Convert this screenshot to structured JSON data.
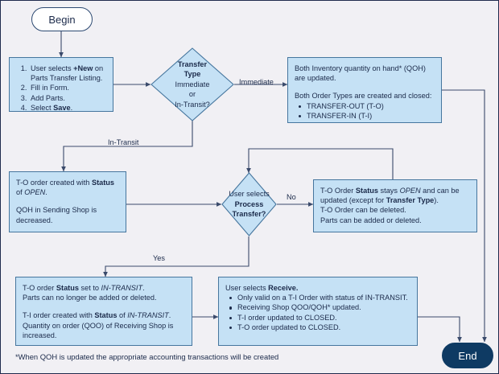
{
  "diagram": {
    "title": "Parts Transfer Process Flowchart",
    "canvas_bg": "#f1f0f4",
    "box_fill": "#c5e1f5",
    "box_stroke": "#46769e",
    "line_color": "#3a4a6b",
    "text_color": "#1b2a4a",
    "end_fill": "#0e3a63"
  },
  "nodes": {
    "begin": {
      "label": "Begin"
    },
    "end": {
      "label": "End"
    },
    "create_order": {
      "steps": [
        {
          "pre": "User selects ",
          "strong": "+New",
          "post": " on Parts Transfer Listing."
        },
        {
          "pre": "Fill in Form.",
          "strong": "",
          "post": ""
        },
        {
          "pre": "Add Parts.",
          "strong": "",
          "post": ""
        },
        {
          "pre": "Select ",
          "strong": "Save",
          "post": "."
        }
      ]
    },
    "transfer_type": {
      "line1": "Transfer",
      "line2": "Type",
      "line3": "Immediate",
      "line4": "or",
      "line5": "In-Transit?"
    },
    "immediate_result": {
      "para1": "Both Inventory quantity on hand* (QOH) are updated.",
      "para2": "Both Order Types are created and closed:",
      "bullets": [
        "TRANSFER-OUT (T-O)",
        "TRANSFER-IN (T-I)"
      ]
    },
    "to_open": {
      "p1_pre": "T-O order created with ",
      "p1_strong": "Status",
      "p1_mid": " of ",
      "p1_em": "OPEN",
      "p1_post": ".",
      "p2": "QOH in Sending Shop is decreased."
    },
    "process_transfer": {
      "line1": "User selects",
      "line2": "Process",
      "line3": "Transfer?"
    },
    "no_result": {
      "l1_pre": "T-O Order ",
      "l1_strong": "Status",
      "l1_mid": " stays ",
      "l1_em": "OPEN",
      "l1_mid2": " and can be updated (except for ",
      "l1_strong2": "Transfer Type",
      "l1_post": ").",
      "l2": "T-O Order can be deleted.",
      "l3": "Parts can be added or deleted."
    },
    "yes_result": {
      "p1_pre": "T-O order ",
      "p1_strong": "Status",
      "p1_mid": " set to ",
      "p1_em": "IN-TRANSIT",
      "p1_post": ".",
      "p2": "Parts can no longer be added or deleted.",
      "p3_pre": "T-I order created with ",
      "p3_strong": "Status",
      "p3_mid": " of ",
      "p3_em": "IN-TRANSIT",
      "p3_post": ".",
      "p4": "Quantity on order (QOO) of Receiving Shop is increased."
    },
    "receive": {
      "heading_pre": "User selects ",
      "heading_strong": "Receive.",
      "bullets": [
        "Only valid on a T-I Order with status of IN-TRANSIT.",
        "Receiving Shop QOO/QOH* updated.",
        "T-I order updated to CLOSED.",
        "T-O order updated to CLOSED."
      ]
    }
  },
  "edge_labels": {
    "immediate": "Immediate",
    "in_transit": "In-Transit",
    "no": "No",
    "yes": "Yes"
  },
  "footnote": {
    "text": "*When QOH is updated the appropriate accounting transactions will be created"
  }
}
